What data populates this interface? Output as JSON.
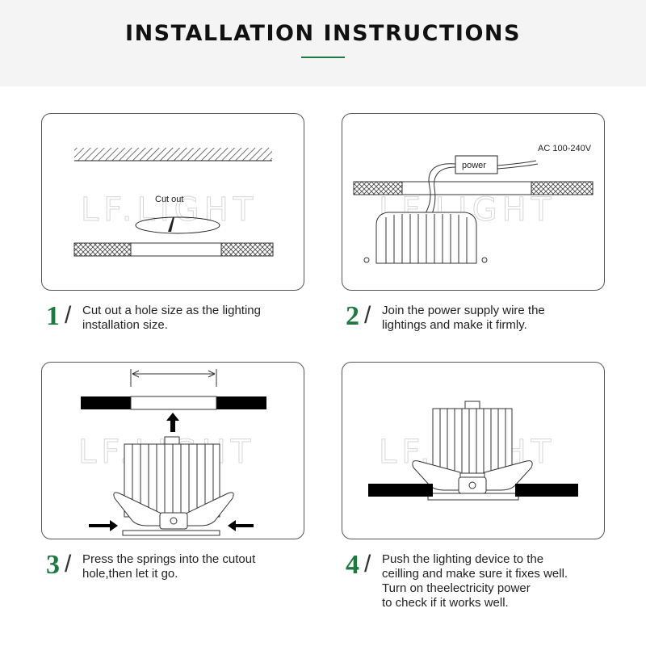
{
  "header": {
    "title": "INSTALLATION INSTRUCTIONS"
  },
  "watermark": "LF.LIGHT",
  "steps": [
    {
      "number": "1",
      "slash": "/",
      "lines": [
        "Cut out a hole size as the lighting",
        "installation size."
      ],
      "diagram_label": "Cut out"
    },
    {
      "number": "2",
      "slash": "/",
      "lines": [
        "Join the power supply wire the",
        "lightings and make it firmly."
      ],
      "diagram_label": "power",
      "voltage_label": "AC 100-240V"
    },
    {
      "number": "3",
      "slash": "/",
      "lines": [
        "Press the springs into the cutout",
        "hole,then let it go."
      ]
    },
    {
      "number": "4",
      "slash": "/",
      "lines": [
        "Push the lighting device to the",
        "ceilling and make sure it fixes well.",
        "Turn on theelectricity power",
        "to check if it works well."
      ]
    }
  ],
  "colors": {
    "accent": "#1b7a3e",
    "header_bg": "#f4f4f4"
  }
}
